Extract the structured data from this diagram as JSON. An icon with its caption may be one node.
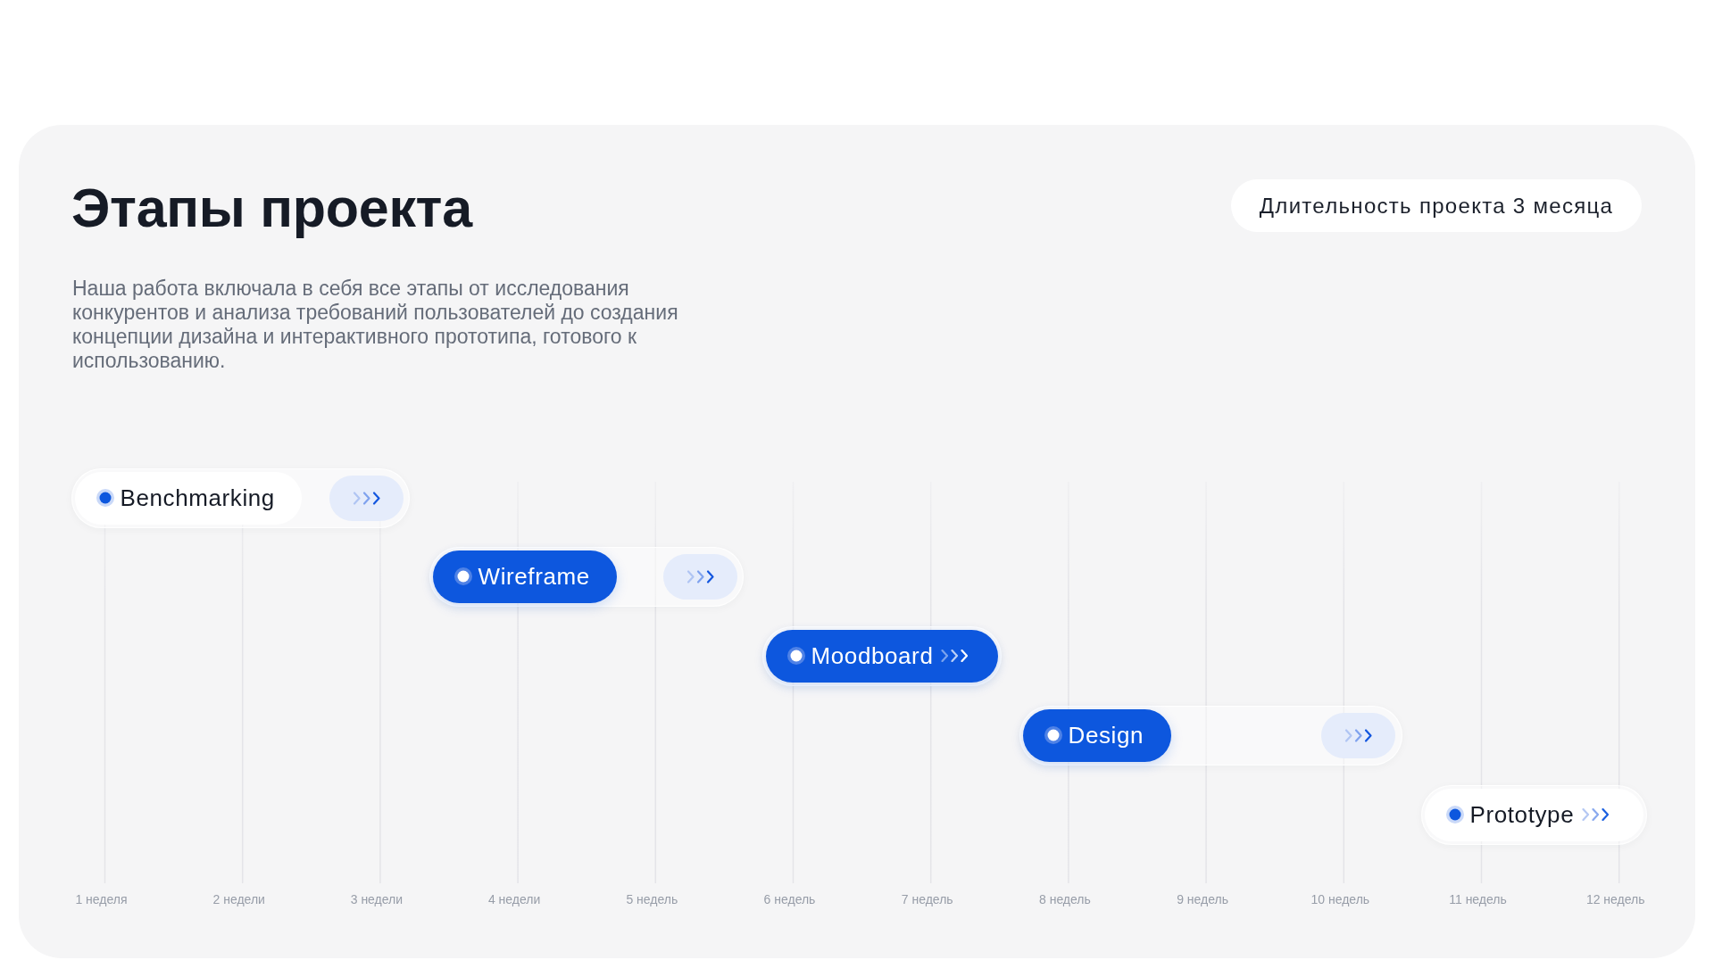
{
  "diagram": {
    "title": "Этапы проекта",
    "nodes": [
      {
        "text": [
          "Длительность проекта 3 месяца"
        ]
      },
      {
        "text": [
          "Benchmarking"
        ]
      },
      {
        "text": [
          "Wireframe"
        ]
      },
      {
        "text": [
          "Moodboard"
        ]
      },
      {
        "text": [
          "Design"
        ]
      },
      {
        "text": [
          "Prototype"
        ]
      }
    ],
    "labels": [
      "Наша работа включала в себя все этапы от исследования конкурентов и анализа требований пользователей до создания концепции дизайна и интерактивного прототипа, готового к использованию.",
      "1 неделя",
      "2 недели",
      "3 недели",
      "4 недели",
      "5 недель",
      "6 недель",
      "7 недель",
      "8 недель",
      "9 недель",
      "10 недель",
      "11 недель",
      "12 недель"
    ]
  }
}
